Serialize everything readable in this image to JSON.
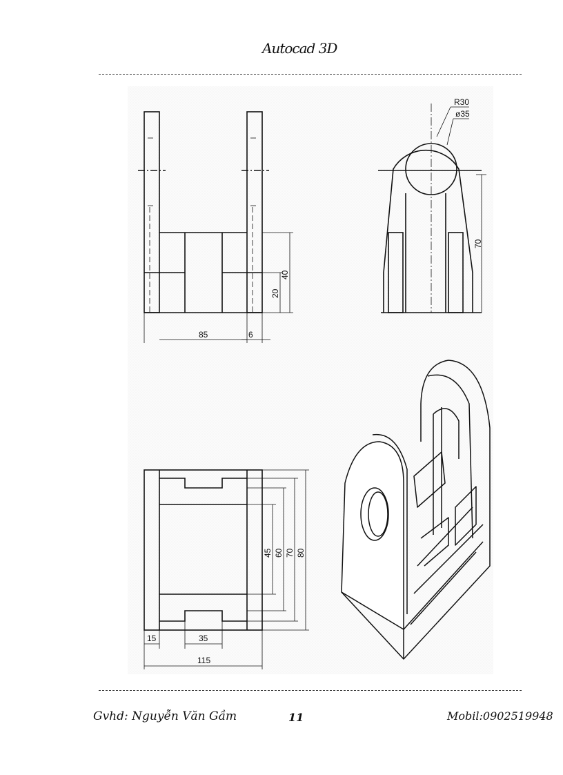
{
  "header": {
    "title": "Autocad 3D"
  },
  "drawing": {
    "front_view": {
      "dim_width": "85",
      "dim_side": "6",
      "dim_h1": "20",
      "dim_h2": "40"
    },
    "side_view": {
      "radius": "R30",
      "diameter": "ø35",
      "dim_height": "70"
    },
    "top_view": {
      "dim_left": "15",
      "dim_slot": "35",
      "dim_total": "115",
      "dim_45": "45",
      "dim_60": "60",
      "dim_70": "70",
      "dim_80": "80"
    }
  },
  "footer": {
    "author": "Gvhd: Nguyễn Văn Gầm",
    "page": "11",
    "phone": "Mobil:0902519948"
  }
}
